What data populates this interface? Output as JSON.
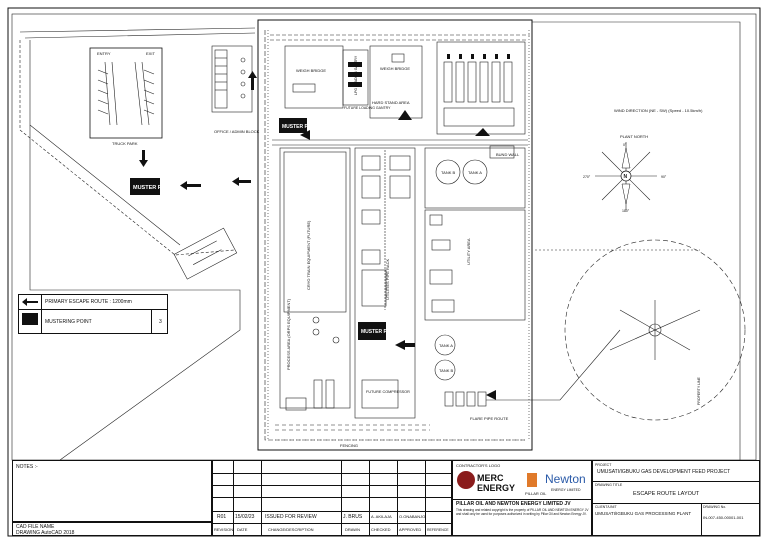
{
  "truck_park": {
    "title": "TRUCK PARK",
    "entry": "ENTRY",
    "exit": "EXIT"
  },
  "office": {
    "label": "OFFICE / ADMIN BLOCK"
  },
  "muster_point": "MUSTER POINT",
  "weigh_bridge": "WEIGH BRIDGE",
  "future_loading_gantry": "FUTURE LOADING GANTRY",
  "lpg_loading_gantry": "LPG LOADING GANTRY",
  "hard_stand_area": "HARD STAND AREA",
  "wind_direction": {
    "text": "WIND DIRECTION (NE - SW) (Speed - 10.5km/h)",
    "plant_north": "PLANT NORTH"
  },
  "compass": {
    "n": "N",
    "deg_0": "0°",
    "deg_90": "90°",
    "deg_180": "180°",
    "deg_270": "270°"
  },
  "fencing": "FENCING",
  "bund_wall": "BUND WALL",
  "tank_labels": [
    "TANK B",
    "TANK A"
  ],
  "utility_area": "UTILITY AREA",
  "flare_pipe_route": "FLARE PIPE ROUTE",
  "future_compressor": "FUTURE COMPRESSOR",
  "process_area": "PROCESS AREA (ORPS EQUIPMENT)",
  "cryo_train": "CRYO TRAIN EQUIPMENT (FUTURE)",
  "utilities_pipe_rack": "UTILITIES PIPE RACK",
  "property_line": "PROPERTY LINE",
  "legend": {
    "escape_route": "PRIMARY ESCAPE ROUTE : 1200mm",
    "mustering_point": "MUSTERING POINT",
    "mustering_count": "3"
  },
  "notes": {
    "title": "NOTES :-"
  },
  "titleblock": {
    "contractor_label": "CONTRACTOR'S LOGO",
    "merc": "MERC ENERGY",
    "pillar": "PILLAR OIL",
    "newton": "Newton",
    "newton_sub": "ENERGY LIMITED",
    "jv": "PILLAR OIL AND NEWTON ENERGY LIMITED JV",
    "jv_note": "This drawing and related copyright is the property of PILLAR OIL AND NEWTON ENERGY JV and shall only be used for purposes authorized in writing by Pillar Oil and Newton Energy JV.",
    "project_label": "PROJECT",
    "project": "UMUSATI/IGBUKU GAS DEVELOPMENT FEED PROJECT",
    "drawing_title_label": "DRAWING TITLE",
    "drawing_title": "ESCAPE ROUTE LAYOUT",
    "client_label": "CLIENT/UNIT",
    "plant": "UMUSATI/IGBUKU GAS PROCESSING PLANT",
    "drawing_no_label": "DRAWING No.",
    "drawing_no": "IN-007-450-00001-001",
    "rev_no": "R01",
    "rev_date": "15/02/23",
    "rev_desc": "ISSUED FOR REVIEW",
    "rev_drawn": "J. BRUS",
    "rev_checked": "A. AKILAJA",
    "rev_approved": "O.ONABANJO",
    "col_revision": "REVISION",
    "col_date": "DATE",
    "col_desc": "CHANGE/DESCRIPTION",
    "col_drawn": "DRAWN",
    "col_checked": "CHECKED",
    "col_approved": "APPROVED",
    "col_reference": "REFERENCE"
  },
  "cad": {
    "file": "CAD FILE NAME",
    "software": "DRAWING AutoCAD 2018"
  }
}
